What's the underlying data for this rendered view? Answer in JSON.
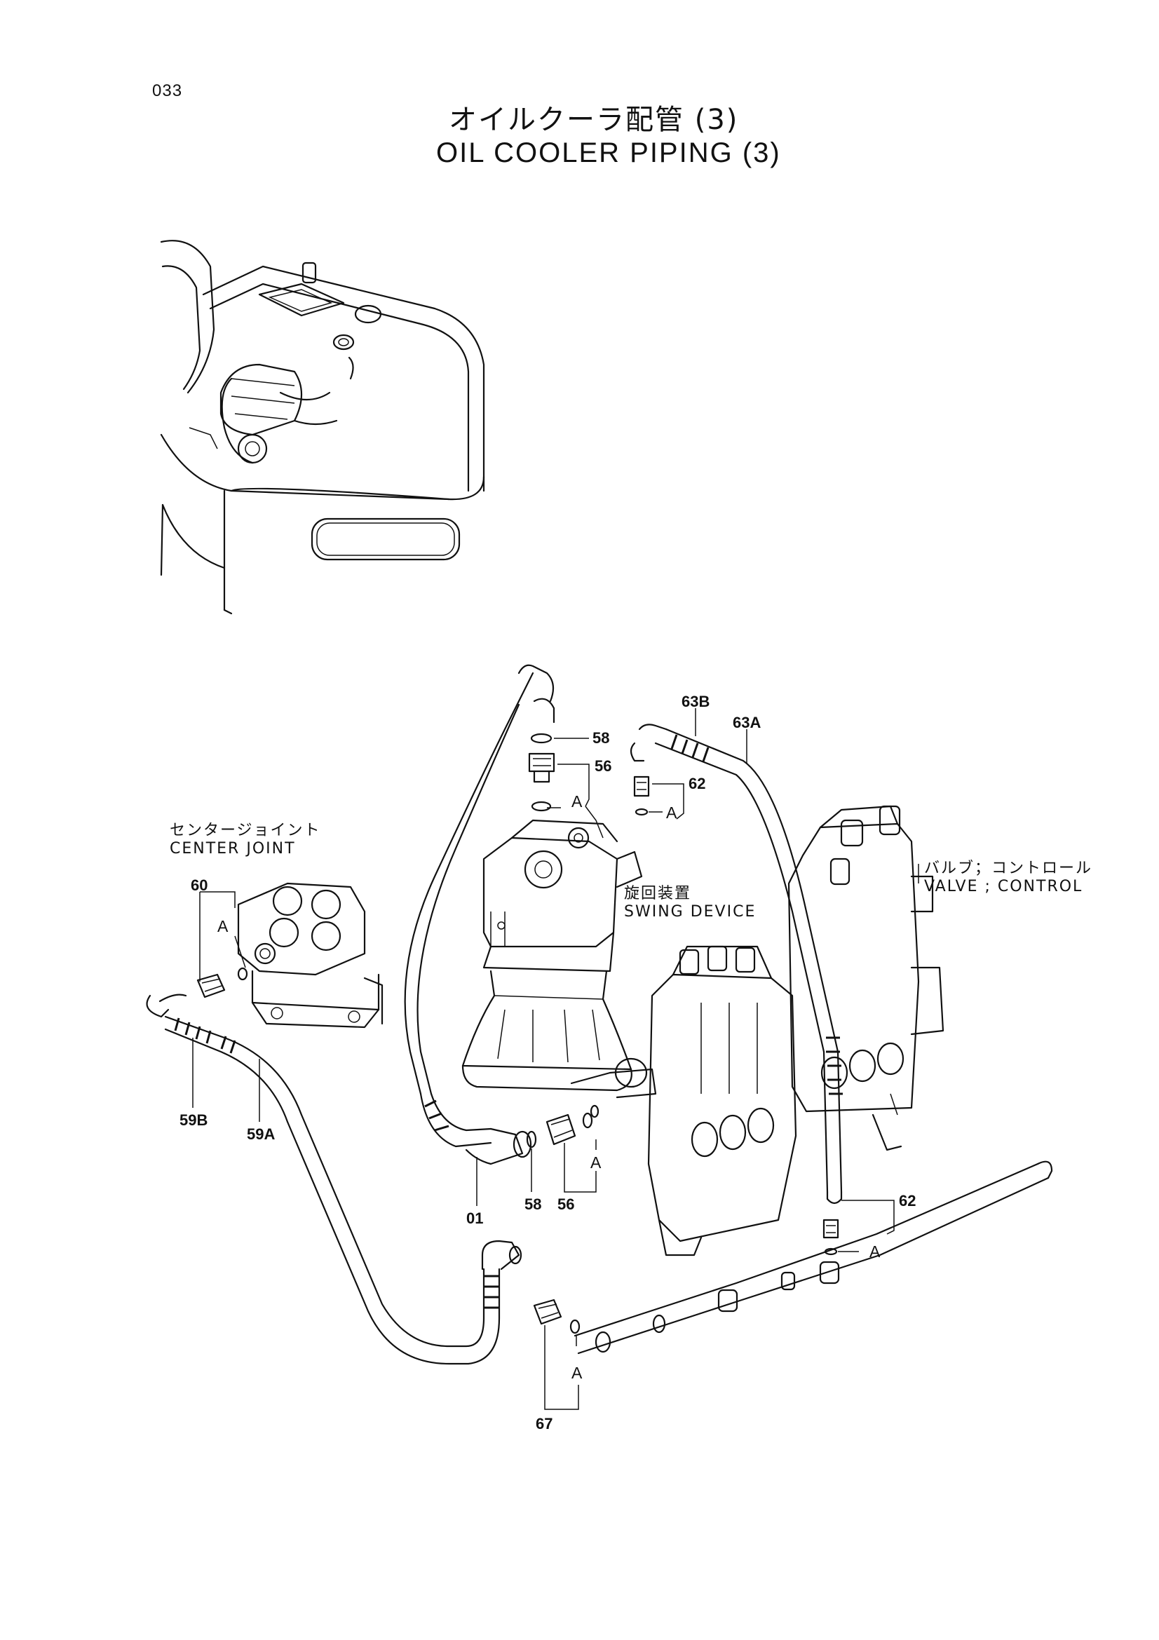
{
  "page_number": "033",
  "title": {
    "japanese": "オイルクーラ配管 (3)",
    "english": "OIL COOLER PIPING (3)"
  },
  "components": {
    "center_joint": {
      "jp": "センタージョイント",
      "en": "CENTER JOINT"
    },
    "swing_device": {
      "jp": "旋回装置",
      "en": "SWING DEVICE"
    },
    "control_valve": {
      "jp": "バルブ；コントロール",
      "en": "VALVE ; CONTROL"
    }
  },
  "callouts": {
    "c01": "01",
    "c56_top": "56",
    "c56_bottom": "56",
    "c58_top": "58",
    "c58_bottom": "58",
    "c59A": "59A",
    "c59B": "59B",
    "c60": "60",
    "c62_top": "62",
    "c62_bottom": "62",
    "c63A": "63A",
    "c63B": "63B",
    "c67": "67"
  },
  "markers": {
    "a1": "A",
    "a2": "A",
    "a3": "A",
    "a4": "A",
    "a5": "A",
    "a6": "A"
  }
}
